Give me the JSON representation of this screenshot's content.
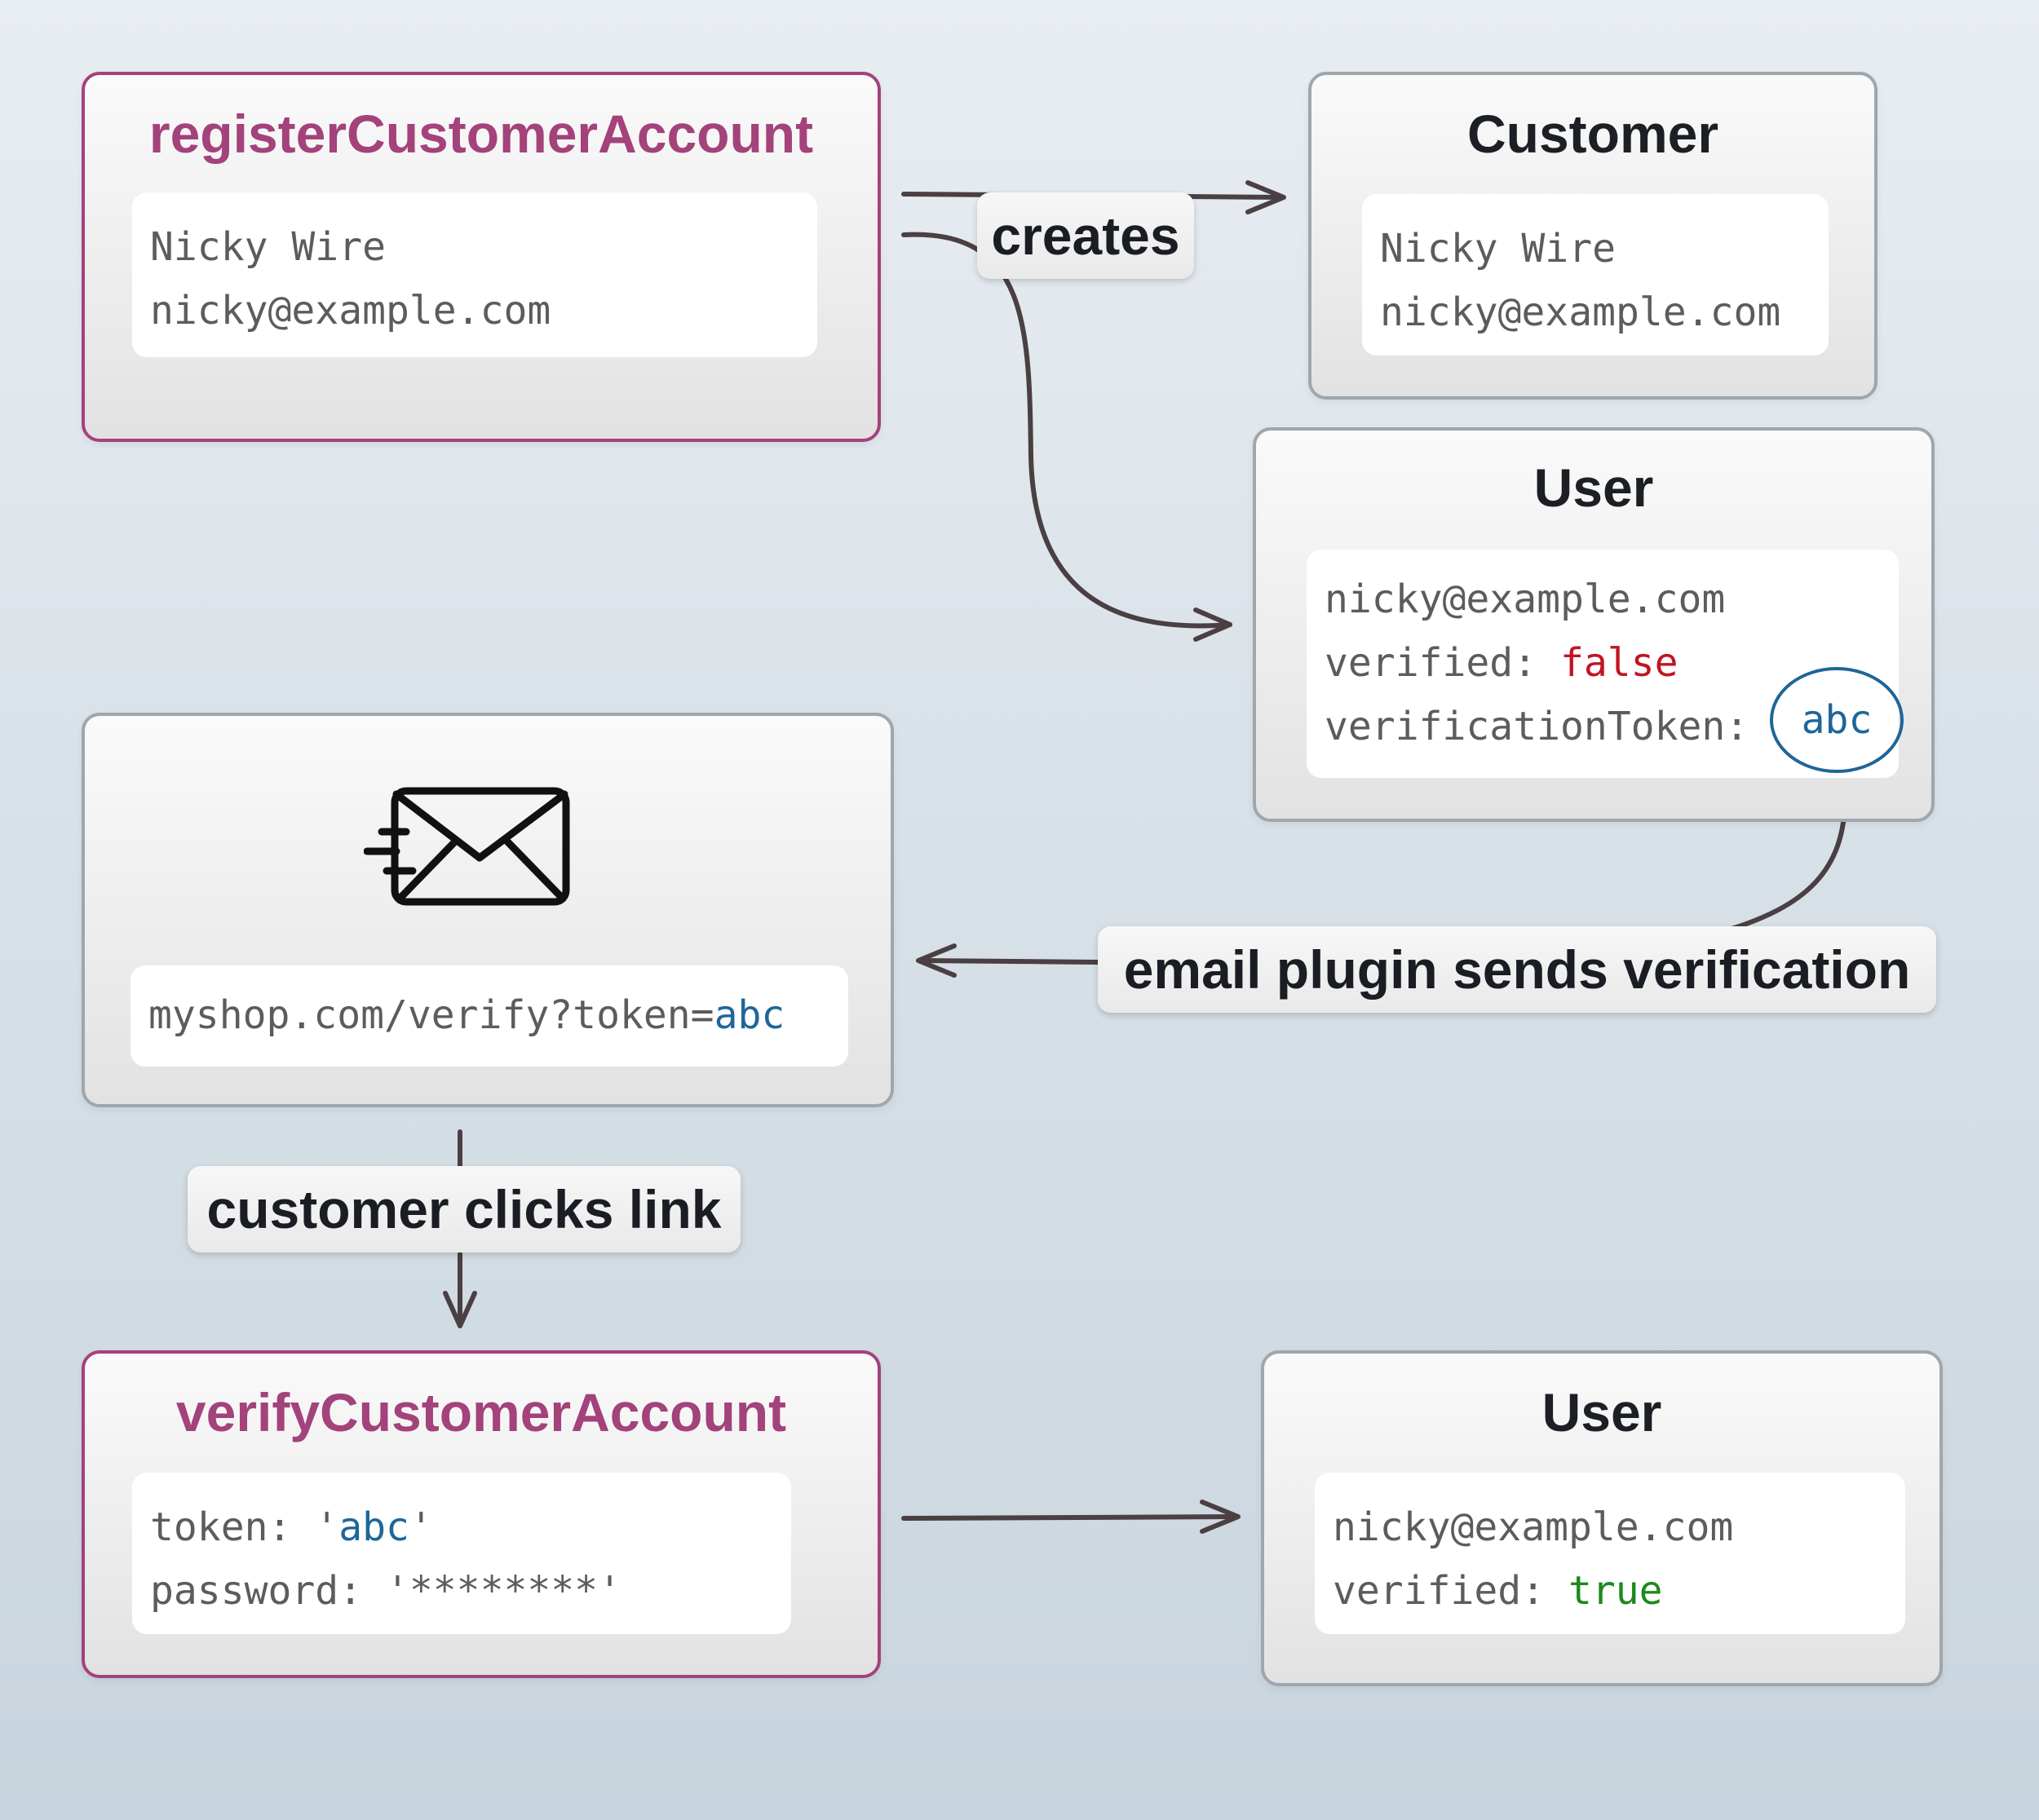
{
  "register": {
    "title": "registerCustomerAccount",
    "line1": "Nicky Wire",
    "line2": "nicky@example.com"
  },
  "customer": {
    "title": "Customer",
    "line1": "Nicky Wire",
    "line2": "nicky@example.com"
  },
  "user1": {
    "title": "User",
    "email": "nicky@example.com",
    "verified_key": "verified: ",
    "verified_value": "false",
    "token_key": "verificationToken:",
    "token_value": "abc"
  },
  "email": {
    "link_prefix": "myshop.com/verify?token=",
    "link_token": "abc"
  },
  "verify": {
    "title": "verifyCustomerAccount",
    "token_key": "token: ",
    "token_quote_open": "'",
    "token_value": "abc",
    "token_quote_close": "'",
    "password_line": "password: '********'"
  },
  "user2": {
    "title": "User",
    "email": "nicky@example.com",
    "verified_key": "verified: ",
    "verified_value": "true"
  },
  "labels": {
    "creates": "creates",
    "email_plugin": "email plugin sends verification",
    "customer_clicks": "customer clicks link"
  },
  "colors": {
    "mutation_accent": "#a3427b",
    "false_value": "#c21423",
    "true_value": "#1c8a1c",
    "token_value": "#1f6699",
    "arrow": "#4a3f42"
  },
  "icons": {
    "email": "envelope-sending-icon"
  }
}
